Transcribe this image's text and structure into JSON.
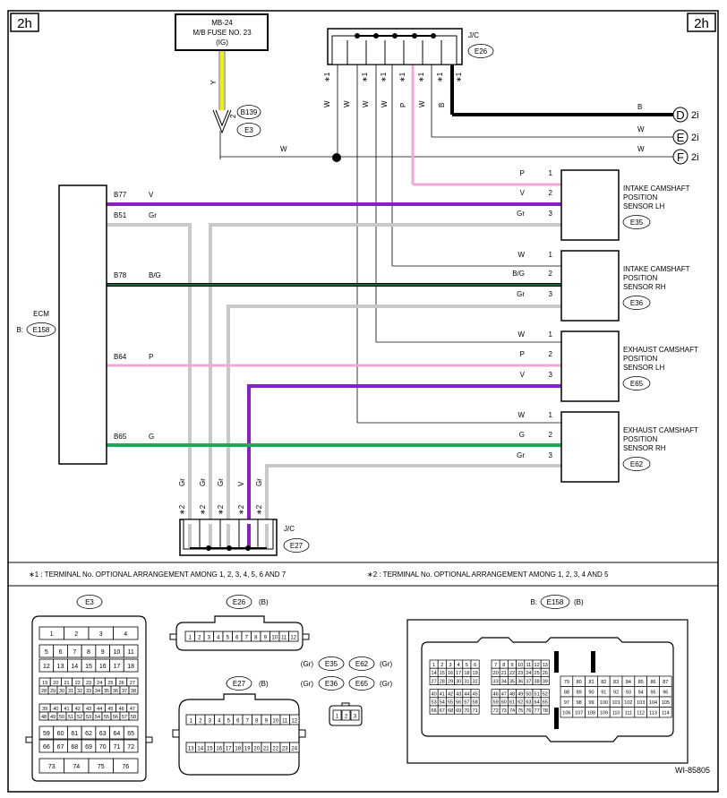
{
  "page": {
    "tag_left": "2h",
    "tag_right": "2h",
    "doc_id": "WI-85805"
  },
  "fuse": {
    "line1": "MB-24",
    "line2": "M/B FUSE NO. 23",
    "line3": "(IG)",
    "wire_color": "Y",
    "pin": "2",
    "conn1": "B139",
    "conn2": "E3"
  },
  "jc_top": {
    "label": "J/C",
    "conn": "E26",
    "wire_labels": [
      "W",
      "W",
      "W",
      "W",
      "P",
      "W",
      "B"
    ],
    "star": "∗1"
  },
  "jc_bottom": {
    "label": "J/C",
    "conn": "E27",
    "wire_labels": [
      "Gr",
      "Gr",
      "Gr",
      "V",
      "Gr"
    ],
    "star": "∗2"
  },
  "offpage": [
    {
      "letter": "D",
      "sheet": "2i",
      "wire": "B"
    },
    {
      "letter": "E",
      "sheet": "2i",
      "wire": "W"
    },
    {
      "letter": "F",
      "sheet": "2i",
      "wire": "W"
    }
  ],
  "ground_wire": "W",
  "ecm": {
    "title": "ECM",
    "prefix": "B:",
    "conn": "E158",
    "pins": [
      {
        "pin": "B77",
        "color": "V"
      },
      {
        "pin": "B51",
        "color": "Gr"
      },
      {
        "pin": "B78",
        "color": "B/G"
      },
      {
        "pin": "B64",
        "color": "P"
      },
      {
        "pin": "B65",
        "color": "G"
      }
    ]
  },
  "sensors": [
    {
      "name": [
        "INTAKE CAMSHAFT",
        "POSITION",
        "SENSOR LH"
      ],
      "conn": "E35",
      "pins": [
        {
          "color": "P",
          "num": "1"
        },
        {
          "color": "V",
          "num": "2"
        },
        {
          "color": "Gr",
          "num": "3"
        }
      ]
    },
    {
      "name": [
        "INTAKE CAMSHAFT",
        "POSITION",
        "SENSOR RH"
      ],
      "conn": "E36",
      "pins": [
        {
          "color": "W",
          "num": "1"
        },
        {
          "color": "B/G",
          "num": "2"
        },
        {
          "color": "Gr",
          "num": "3"
        }
      ]
    },
    {
      "name": [
        "EXHAUST CAMSHAFT",
        "POSITION",
        "SENSOR LH"
      ],
      "conn": "E65",
      "pins": [
        {
          "color": "W",
          "num": "1"
        },
        {
          "color": "P",
          "num": "2"
        },
        {
          "color": "V",
          "num": "3"
        }
      ]
    },
    {
      "name": [
        "EXHAUST CAMSHAFT",
        "POSITION",
        "SENSOR RH"
      ],
      "conn": "E62",
      "pins": [
        {
          "color": "W",
          "num": "1"
        },
        {
          "color": "G",
          "num": "2"
        },
        {
          "color": "Gr",
          "num": "3"
        }
      ]
    }
  ],
  "notes": {
    "n1": "∗1  : TERMINAL No. OPTIONAL ARRANGEMENT AMONG 1, 2, 3, 4, 5, 6 AND 7",
    "n2": "∗2  : TERMINAL No. OPTIONAL ARRANGEMENT AMONG 1, 2, 3, 4 AND 5"
  },
  "connectors": {
    "e3": {
      "title": "E3",
      "rows": [
        [
          "1",
          "2",
          "3",
          "4"
        ],
        [
          "5",
          "6",
          "7",
          "8",
          "9",
          "10",
          "11"
        ],
        [
          "12",
          "13",
          "14",
          "15",
          "16",
          "17",
          "18"
        ],
        [
          "19",
          "20",
          "21",
          "22",
          "23",
          "24",
          "25",
          "26",
          "27"
        ],
        [
          "28",
          "29",
          "30",
          "31",
          "32",
          "33",
          "34",
          "35",
          "36",
          "37",
          "38"
        ],
        [
          "39",
          "40",
          "41",
          "42",
          "43",
          "44",
          "45",
          "46",
          "47"
        ],
        [
          "48",
          "49",
          "50",
          "51",
          "52",
          "53",
          "54",
          "55",
          "56",
          "57",
          "58"
        ],
        [
          "59",
          "60",
          "61",
          "62",
          "63",
          "64",
          "65"
        ],
        [
          "66",
          "67",
          "68",
          "69",
          "70",
          "71",
          "72"
        ],
        [
          "73",
          "74",
          "75",
          "76"
        ]
      ]
    },
    "e26": {
      "title": "E26",
      "color": "(B)",
      "pins": [
        "1",
        "2",
        "3",
        "4",
        "5",
        "6",
        "7",
        "8",
        "9",
        "10",
        "11",
        "12"
      ]
    },
    "e27": {
      "title": "E27",
      "color": "(B)",
      "row1": [
        "1",
        "2",
        "3",
        "4",
        "5",
        "6",
        "7",
        "8",
        "9",
        "10",
        "11",
        "12"
      ],
      "row2": [
        "13",
        "14",
        "15",
        "16",
        "17",
        "18",
        "19",
        "20",
        "21",
        "22",
        "23",
        "24"
      ]
    },
    "small": [
      {
        "left": "(Gr)",
        "conn": "E35"
      },
      {
        "right": "(Gr)",
        "conn": "E62"
      },
      {
        "left": "(Gr)",
        "conn": "E36"
      },
      {
        "right": "(Gr)",
        "conn": "E65"
      }
    ],
    "small_pins": [
      "1",
      "2",
      "3"
    ],
    "e158": {
      "prefix": "B:",
      "title": "E158",
      "color": "(B)",
      "blockA": [
        [
          "1",
          "2",
          "3",
          "4",
          "5",
          "6"
        ],
        [
          "14",
          "15",
          "16",
          "17",
          "18",
          "19"
        ],
        [
          "27",
          "28",
          "29",
          "30",
          "31",
          "32"
        ],
        [
          "40",
          "41",
          "42",
          "43",
          "44",
          "45"
        ],
        [
          "53",
          "54",
          "55",
          "56",
          "57",
          "58"
        ],
        [
          "66",
          "67",
          "68",
          "69",
          "70",
          "71"
        ]
      ],
      "blockB": [
        [
          "7",
          "8",
          "9",
          "10",
          "11",
          "12",
          "13"
        ],
        [
          "20",
          "21",
          "22",
          "23",
          "24",
          "25",
          "26"
        ],
        [
          "33",
          "34",
          "35",
          "36",
          "37",
          "38",
          "39"
        ],
        [
          "46",
          "47",
          "48",
          "49",
          "50",
          "51",
          "52"
        ],
        [
          "59",
          "60",
          "61",
          "62",
          "63",
          "64",
          "65"
        ],
        [
          "72",
          "73",
          "74",
          "75",
          "76",
          "77",
          "78"
        ]
      ],
      "blockC": [
        [
          "79",
          "80",
          "81",
          "82",
          "83",
          "84",
          "85",
          "86",
          "87"
        ],
        [
          "88",
          "89",
          "90",
          "91",
          "92",
          "93",
          "94",
          "95",
          "96"
        ],
        [
          "97",
          "98",
          "99",
          "100",
          "101",
          "102",
          "103",
          "104",
          "105"
        ],
        [
          "106",
          "107",
          "108",
          "109",
          "110",
          "111",
          "112",
          "113",
          "114"
        ]
      ]
    }
  },
  "colors": {
    "violet": "#8a1ec8",
    "pink": "#f0a8d8",
    "gray": "#c8c8c8",
    "green": "#1aaa5a",
    "yellow": "#f2f200",
    "black": "#000000"
  }
}
